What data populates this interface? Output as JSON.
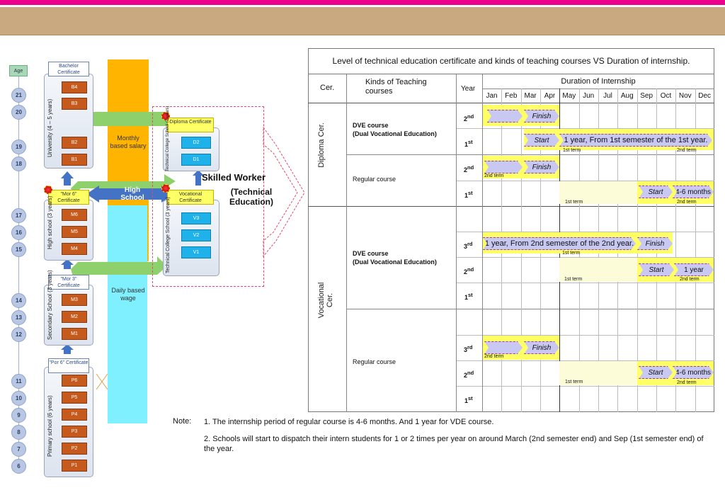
{
  "age_label": "Age",
  "ages": [
    "21",
    "20",
    "19",
    "18",
    "17",
    "16",
    "15",
    "14",
    "13",
    "12",
    "11",
    "10",
    "9",
    "8",
    "7",
    "6"
  ],
  "schools": {
    "university": {
      "label": "University (4 – 5 years)",
      "grades": [
        "B4",
        "B3",
        "B2",
        "B1"
      ],
      "cert": "Bachelor Certificate"
    },
    "high": {
      "label": "High school (3 years)",
      "grades": [
        "M6",
        "M5",
        "M4"
      ],
      "cert": "\"Mor 6\" Certificate"
    },
    "secondary": {
      "label": "Secondary School (3 years)",
      "grades": [
        "M3",
        "M2",
        "M1"
      ],
      "cert": "\"Mor 3\" Certificate"
    },
    "primary": {
      "label": "Primary school (6 years)",
      "grades": [
        "P6",
        "P5",
        "P4",
        "P3",
        "P2",
        "P1"
      ],
      "cert": "\"Por 6\" Certificate"
    },
    "tech_diploma": {
      "label": "Technical College School (2 years)",
      "grades": [
        "D2",
        "D1"
      ],
      "cert": "Diploma Certificate"
    },
    "tech_vocational": {
      "label": "Technical College School (3 years)",
      "grades": [
        "V3",
        "V2",
        "V1"
      ],
      "cert": "Vocational Certificate"
    }
  },
  "monthly_salary": "Monthly based salary",
  "daily_wage": "Daily based wage",
  "high_school": "High School",
  "skilled_worker": "Skilled Worker",
  "technical_education": "(Technical Education)",
  "table": {
    "title": "Level of technical education certificate and kinds of teaching courses VS Duration of internship.",
    "col_cer": "Cer.",
    "col_kinds": "Kinds of Teaching courses",
    "col_year": "Year",
    "col_duration": "Duration of Internship",
    "months": [
      "Jan",
      "Feb",
      "Mar",
      "Apr",
      "May",
      "Jun",
      "Jul",
      "Aug",
      "Sep",
      "Oct",
      "Nov",
      "Dec"
    ],
    "diploma": "Diploma Cer.",
    "vocational": "Vocational Cer.",
    "dve_course": "DVE course",
    "dve_sub": "(Dual Vocational Education)",
    "regular_course": "Regular course",
    "year_nd": "nd",
    "year_st": "st",
    "year_rd": "rd",
    "finish": "Finish",
    "start": "Start",
    "dip_dve_1st_text": "1 year, From 1st semester of the 1st year.",
    "voc_dve_3rd_text": "1 year, From 2nd semester of the 2nd year.",
    "one_year": "1 year",
    "four_six_months": "4-6 months",
    "first_term": "1st term",
    "second_term": "2nd term"
  },
  "notes": {
    "label": "Note:",
    "n1": "1. The internship period of regular course is 4-6 months. And 1 year for VDE course.",
    "n2": "2. Schools will start to dispatch their intern students for 1 or 2 times per year on around March (2nd semester end) and Sep (1st semester end) of the year."
  },
  "colors": {
    "magenta": "#ec008c",
    "tan": "#c9aa80",
    "orange": "#ffb400",
    "cyan": "#7ff0ff",
    "grade": "#c65a1c",
    "tech_grade": "#1fb1ea",
    "bar_yellow": "#ffff66",
    "bar_lavender": "#c8c8f2",
    "arrow_green": "#8ed06c",
    "arrow_blue": "#4472c4"
  }
}
